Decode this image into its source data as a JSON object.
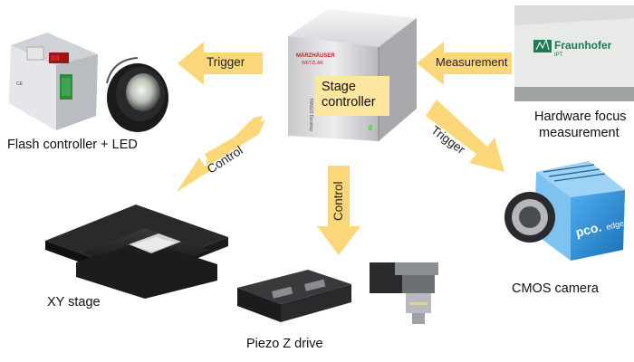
{
  "nodes": {
    "stage_controller": {
      "label": "Stage\ncontroller",
      "device_brand": "MÄRZHÄUSER WETZLAR",
      "device_model": "TANGO Desktop"
    },
    "flash_controller": {
      "label": "Flash controller + LED"
    },
    "hardware_focus": {
      "label_line1": "Hardware focus",
      "label_line2": "measurement",
      "logo_text": "Fraunhofer",
      "logo_sub": "IPT"
    },
    "cmos_camera": {
      "label": "CMOS camera",
      "brand": "pco.edge"
    },
    "xy_stage": {
      "label": "XY stage"
    },
    "piezo_z": {
      "label": "Piezo Z drive"
    }
  },
  "arrows": {
    "trigger_flash": "Trigger",
    "measurement": "Measurement",
    "trigger_camera": "Trigger",
    "control_xy": "Control",
    "control_z": "Control"
  },
  "colors": {
    "arrow": "#fbd77a",
    "label_box": "#fde6a0",
    "camera_blue": "#2a8fd6",
    "pcb_green": "#2e8b3a",
    "led_red": "#e02020"
  }
}
